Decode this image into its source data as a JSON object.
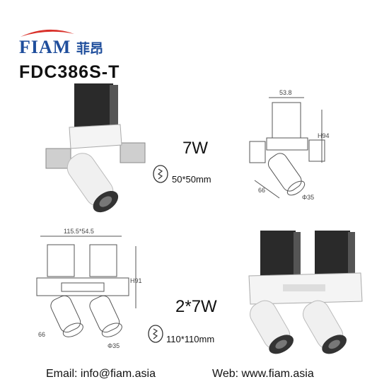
{
  "brand": {
    "name": "FIAM",
    "name_cn": "菲昂",
    "color": "#1f4e9c",
    "accent_color": "#d9322b"
  },
  "product": {
    "model": "FDC386S-T"
  },
  "single": {
    "power": "7W",
    "cutout": "50*50mm",
    "dims": {
      "width": "53.8",
      "height": "H94",
      "depth": "66",
      "diameter": "Φ35"
    }
  },
  "double": {
    "power": "2*7W",
    "cutout": "110*110mm",
    "dims": {
      "width": "115.5*54.5",
      "height": "H91",
      "depth": "66",
      "diameter": "Φ35"
    }
  },
  "contact": {
    "email": "Email: info@fiam.asia",
    "web": "Web: www.fiam.asia"
  },
  "icons": [
    "cutout-icon"
  ]
}
